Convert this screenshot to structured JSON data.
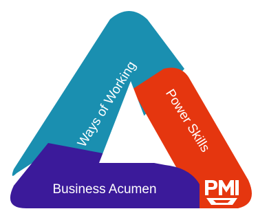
{
  "diagram": {
    "sides": [
      {
        "key": "left",
        "label": "Ways of Working",
        "color": "#1a8fb0"
      },
      {
        "key": "right",
        "label": "Power Skills",
        "color": "#e5360f"
      },
      {
        "key": "bottom",
        "label": "Business Acumen",
        "color": "#3b1a9a"
      }
    ],
    "logo": {
      "text": "PMI",
      "color": "#ffffff",
      "icon": "pmi-logo"
    }
  }
}
